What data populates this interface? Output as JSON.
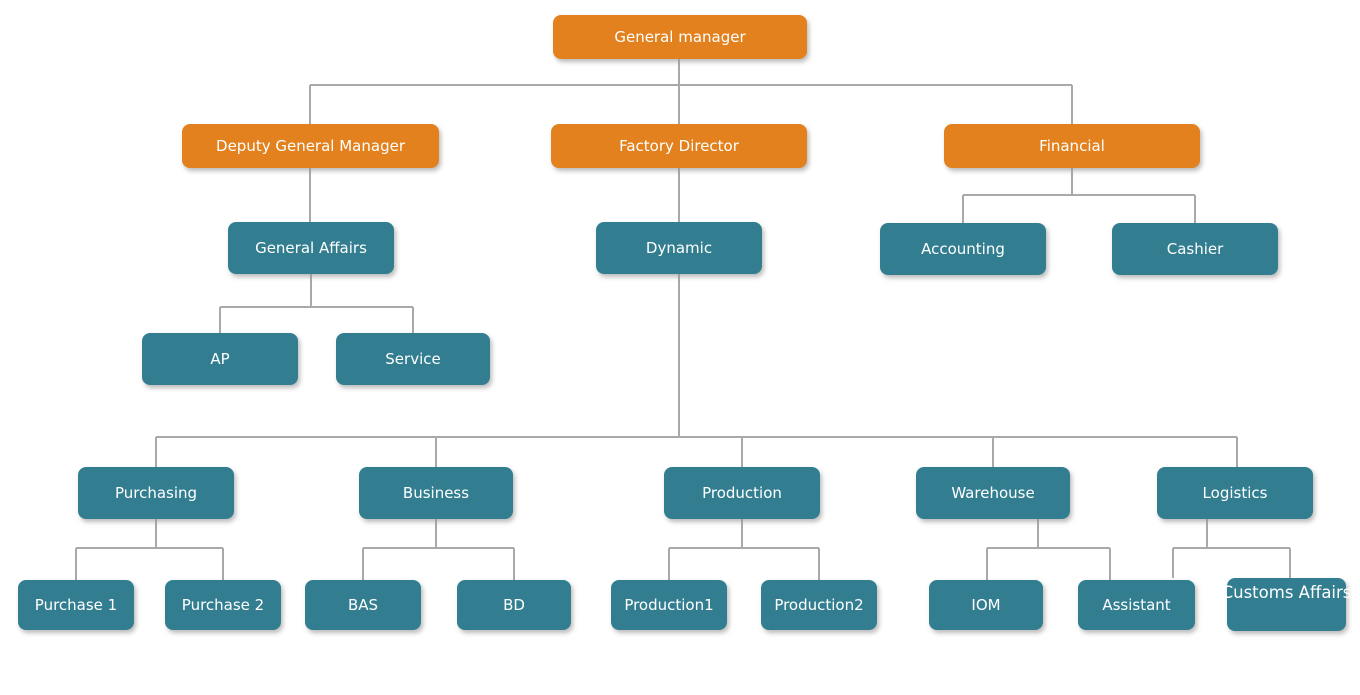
{
  "diagram": {
    "type": "org-chart",
    "nodes": [
      {
        "id": "general-manager",
        "label": "General manager",
        "role": "executive"
      },
      {
        "id": "deputy-general-manager",
        "label": "Deputy General Manager",
        "role": "executive"
      },
      {
        "id": "factory-director",
        "label": "Factory Director",
        "role": "executive"
      },
      {
        "id": "financial",
        "label": "Financial",
        "role": "executive"
      },
      {
        "id": "general-affairs",
        "label": "General Affairs",
        "role": "department"
      },
      {
        "id": "dynamic",
        "label": "Dynamic",
        "role": "department"
      },
      {
        "id": "accounting",
        "label": "Accounting",
        "role": "department"
      },
      {
        "id": "cashier",
        "label": "Cashier",
        "role": "department"
      },
      {
        "id": "ap",
        "label": "AP",
        "role": "department"
      },
      {
        "id": "service",
        "label": "Service",
        "role": "department"
      },
      {
        "id": "purchasing",
        "label": "Purchasing",
        "role": "department"
      },
      {
        "id": "business",
        "label": "Business",
        "role": "department"
      },
      {
        "id": "production",
        "label": "Production",
        "role": "department"
      },
      {
        "id": "warehouse",
        "label": "Warehouse",
        "role": "department"
      },
      {
        "id": "logistics",
        "label": "Logistics",
        "role": "department"
      },
      {
        "id": "purchase-1",
        "label": "Purchase 1",
        "role": "department"
      },
      {
        "id": "purchase-2",
        "label": "Purchase 2",
        "role": "department"
      },
      {
        "id": "bas",
        "label": "BAS",
        "role": "department"
      },
      {
        "id": "bd",
        "label": "BD",
        "role": "department"
      },
      {
        "id": "production1",
        "label": "Production1",
        "role": "department"
      },
      {
        "id": "production2",
        "label": "Production2",
        "role": "department"
      },
      {
        "id": "iom",
        "label": "IOM",
        "role": "department"
      },
      {
        "id": "assistant",
        "label": "Assistant",
        "role": "department"
      },
      {
        "id": "customs-affairs",
        "label": "Customs Affairs",
        "role": "department"
      }
    ],
    "edges": [
      [
        "general-manager",
        "deputy-general-manager"
      ],
      [
        "general-manager",
        "factory-director"
      ],
      [
        "general-manager",
        "financial"
      ],
      [
        "deputy-general-manager",
        "general-affairs"
      ],
      [
        "general-affairs",
        "ap"
      ],
      [
        "general-affairs",
        "service"
      ],
      [
        "factory-director",
        "dynamic"
      ],
      [
        "financial",
        "accounting"
      ],
      [
        "financial",
        "cashier"
      ],
      [
        "dynamic",
        "purchasing"
      ],
      [
        "dynamic",
        "business"
      ],
      [
        "dynamic",
        "production"
      ],
      [
        "dynamic",
        "warehouse"
      ],
      [
        "dynamic",
        "logistics"
      ],
      [
        "purchasing",
        "purchase-1"
      ],
      [
        "purchasing",
        "purchase-2"
      ],
      [
        "business",
        "bas"
      ],
      [
        "business",
        "bd"
      ],
      [
        "production",
        "production1"
      ],
      [
        "production",
        "production2"
      ],
      [
        "warehouse",
        "iom"
      ],
      [
        "warehouse",
        "assistant"
      ],
      [
        "logistics",
        "assistant"
      ],
      [
        "logistics",
        "customs-affairs"
      ]
    ]
  },
  "colors": {
    "executive": "#e2811d",
    "department": "#327e90",
    "connector": "#a9a9a9",
    "background": "#ffffff",
    "text": "#ffffff"
  }
}
